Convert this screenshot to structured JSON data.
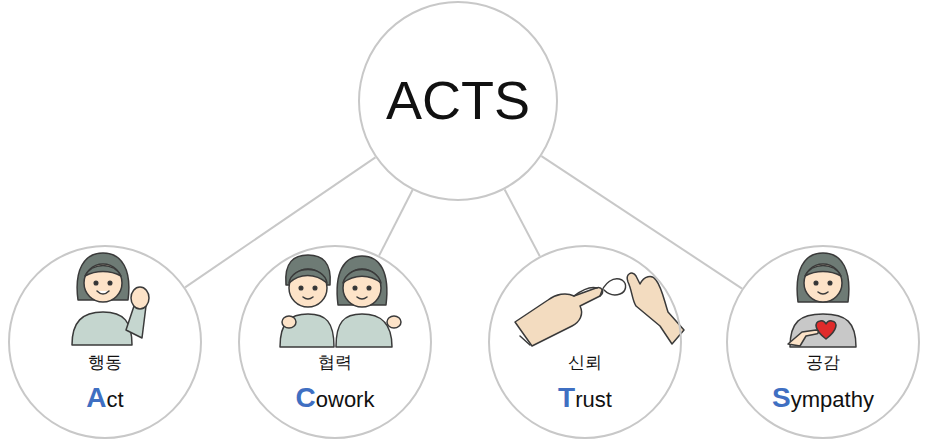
{
  "diagram": {
    "nodes": [
      {
        "text": [
          "ACTS"
        ]
      },
      {
        "text": [
          "행동",
          "Act"
        ]
      },
      {
        "text": [
          "협력",
          "Cowork"
        ]
      },
      {
        "text": [
          "신뢰",
          "Trust"
        ]
      },
      {
        "text": [
          "공감",
          "Sympathy"
        ]
      }
    ],
    "edges": [
      {
        "from": 0,
        "to": 1,
        "arrow": "none"
      },
      {
        "from": 0,
        "to": 2,
        "arrow": "none"
      },
      {
        "from": 0,
        "to": 3,
        "arrow": "none"
      },
      {
        "from": 0,
        "to": 4,
        "arrow": "none"
      }
    ]
  }
}
